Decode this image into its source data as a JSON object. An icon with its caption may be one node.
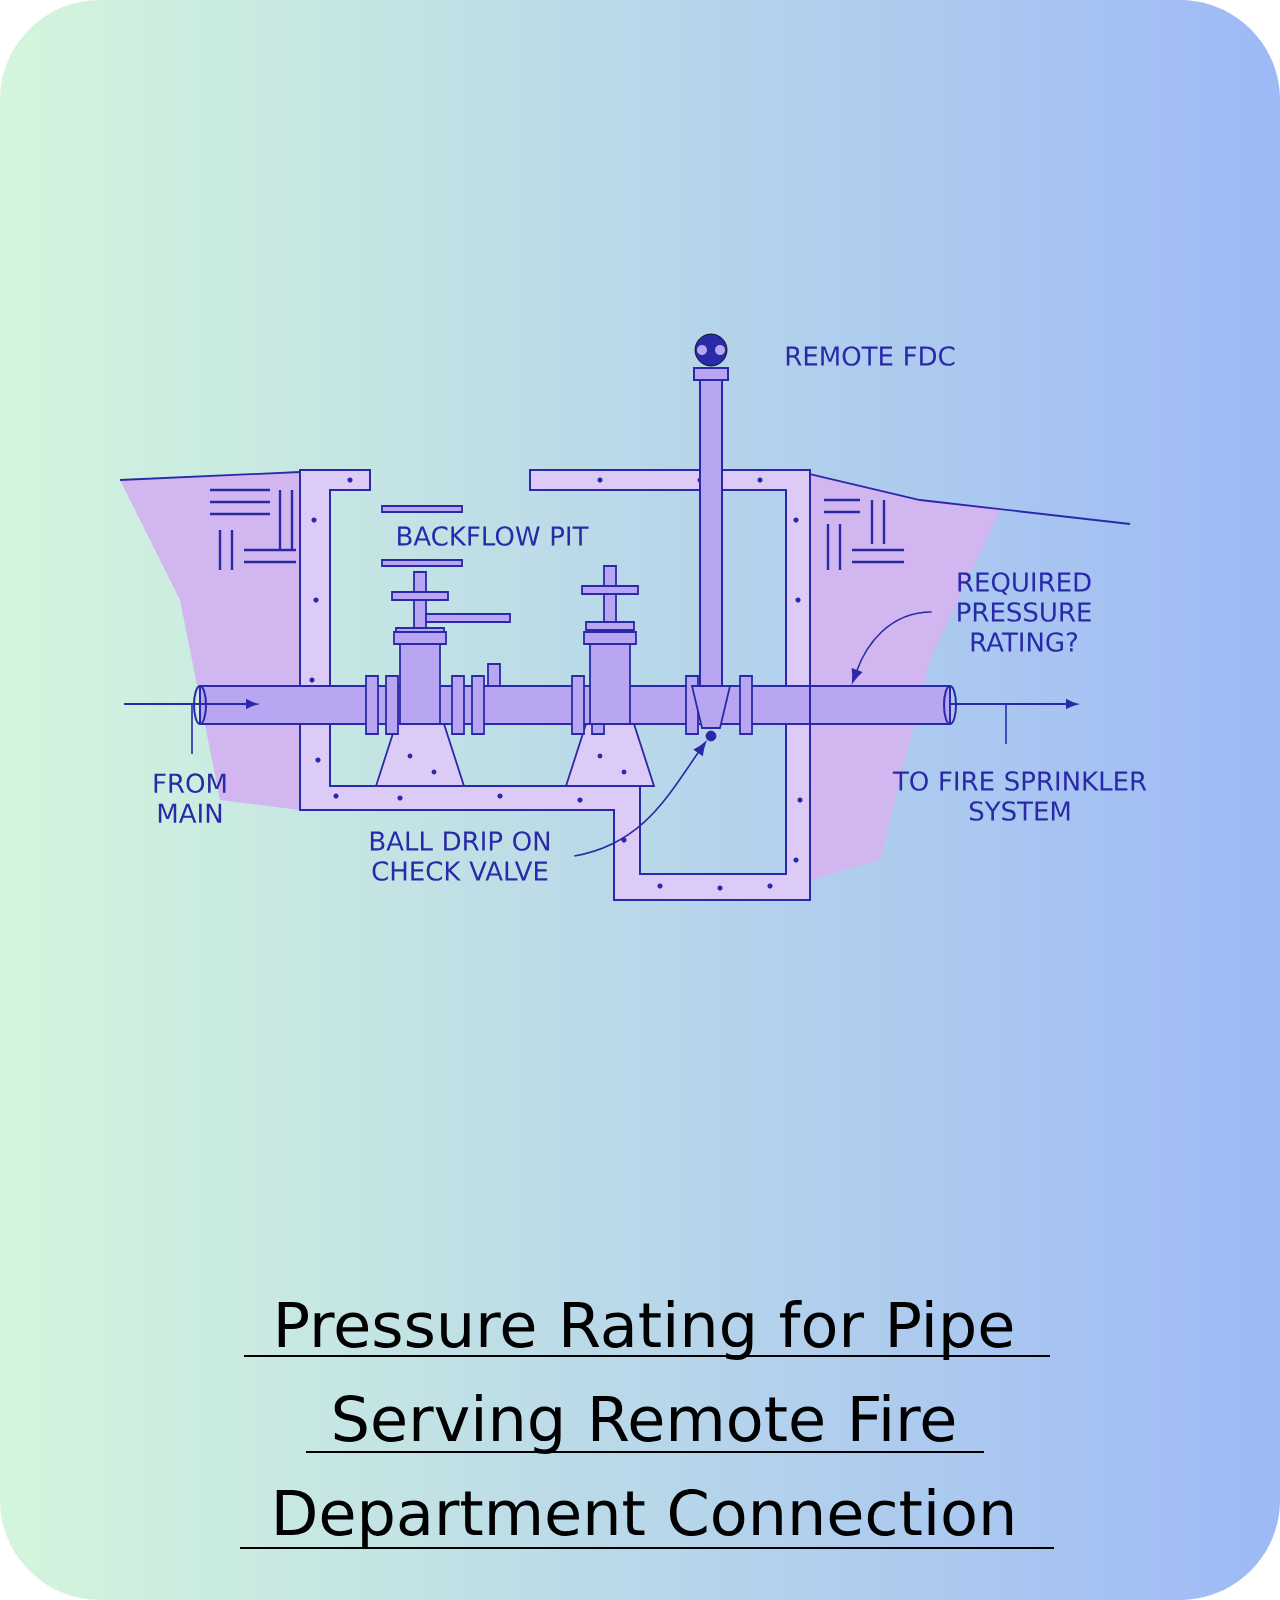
{
  "diagram": {
    "title": "Pressure Rating for Pipe Serving Remote Fire Department Connection",
    "nodes": [
      {
        "text": [
          "REQUIRED PRESSURE RATING?"
        ]
      },
      {
        "text": [],
        "shape": "bar"
      },
      {
        "text": [
          "BALL DRIP ON CHECK VALVE"
        ]
      },
      {
        "text": [],
        "shape": "circle"
      }
    ],
    "edges": [
      {
        "from": 0,
        "to": 1,
        "arrow": "to"
      },
      {
        "from": 2,
        "to": 3,
        "arrow": "to"
      }
    ],
    "labels": [
      "REMOTE FDC",
      "BACKFLOW PIT",
      "FROM MAIN",
      "TO FIRE SPRINKLER SYSTEM"
    ]
  }
}
